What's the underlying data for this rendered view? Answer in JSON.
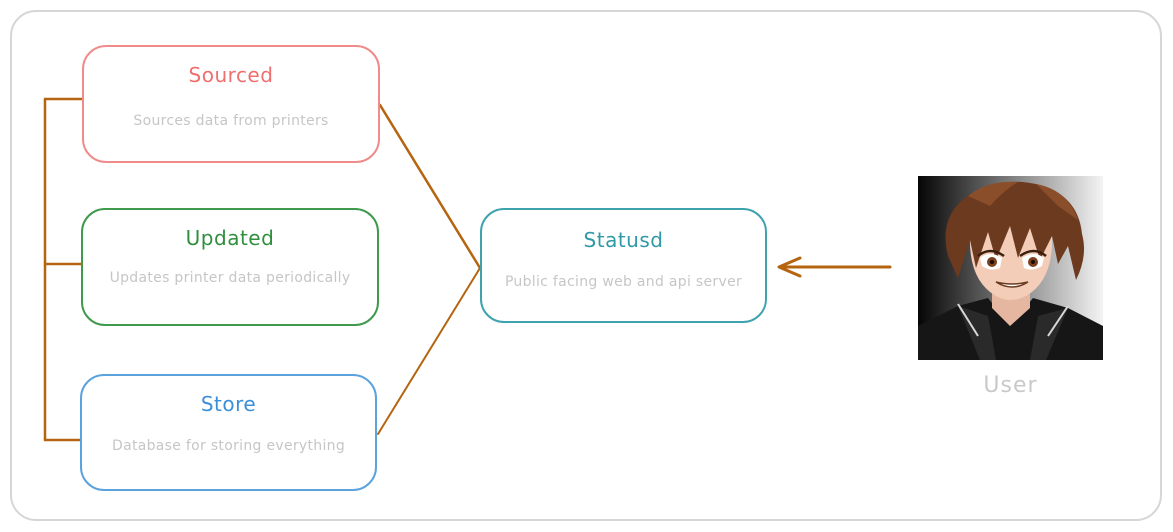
{
  "nodes": {
    "sourced": {
      "title": "Sourced",
      "desc": "Sources data from printers"
    },
    "updated": {
      "title": "Updated",
      "desc": "Updates printer data periodically"
    },
    "store": {
      "title": "Store",
      "desc": "Database for storing everything"
    },
    "statusd": {
      "title": "Statusd",
      "desc": "Public facing web and api server"
    }
  },
  "user": {
    "label": "User",
    "icon": "user-avatar-icon"
  },
  "colors": {
    "connector": "#b5640f",
    "sourced": "#ef6f6f",
    "updated": "#2f8f3e",
    "store": "#3b8fd8",
    "statusd": "#2f9aa6",
    "description": "#c6c6c6",
    "frame": "#d6d6d6"
  }
}
